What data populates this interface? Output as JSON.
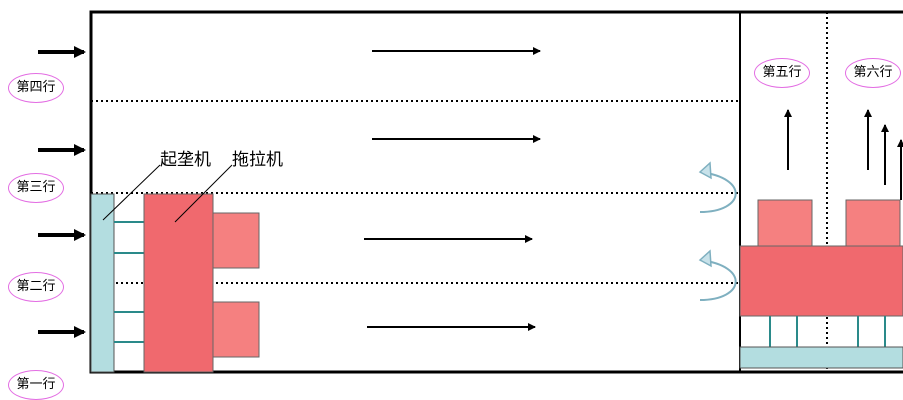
{
  "rows": {
    "row1": "第一行",
    "row2": "第二行",
    "row3": "第三行",
    "row4": "第四行",
    "row5": "第五行",
    "row6": "第六行"
  },
  "machines": {
    "crane": "起垄机",
    "tractor": "拖拉机"
  },
  "colors": {
    "tractor_body": "#f0696e",
    "tractor_cab": "#f58080",
    "crane_bar": "#b3dde0",
    "tines": "#2a8a8a",
    "u_turn_arrow": "#7fb0c0",
    "label_border": "#e36ee3"
  }
}
